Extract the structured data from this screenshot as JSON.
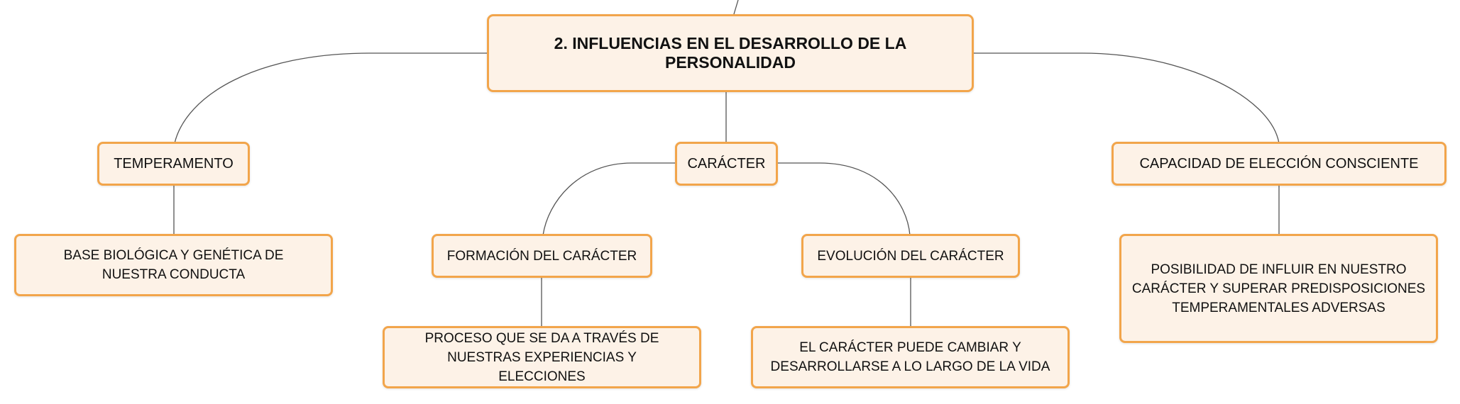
{
  "diagram": {
    "root": "2. INFLUENCIAS EN EL DESARROLLO DE LA PERSONALIDAD",
    "temperamento": {
      "label": "TEMPERAMENTO",
      "detail": "BASE BIOLÓGICA Y GENÉTICA DE NUESTRA CONDUCTA"
    },
    "caracter": {
      "label": "CARÁCTER",
      "formacion": {
        "label": "FORMACIÓN DEL CARÁCTER",
        "detail": "PROCESO QUE SE DA A TRAVÉS DE NUESTRAS EXPERIENCIAS Y ELECCIONES"
      },
      "evolucion": {
        "label": "EVOLUCIÓN DEL CARÁCTER",
        "detail": "EL CARÁCTER PUEDE CAMBIAR Y DESARROLLARSE A LO LARGO DE LA VIDA"
      }
    },
    "capacidad": {
      "label": "CAPACIDAD DE ELECCIÓN CONSCIENTE",
      "detail": "POSIBILIDAD DE INFLUIR EN NUESTRO CARÁCTER Y SUPERAR PREDISPOSICIONES TEMPERAMENTALES ADVERSAS"
    }
  },
  "colors": {
    "node_fill": "#fdf2e7",
    "node_border": "#f2a54b",
    "connector": "#555555"
  }
}
